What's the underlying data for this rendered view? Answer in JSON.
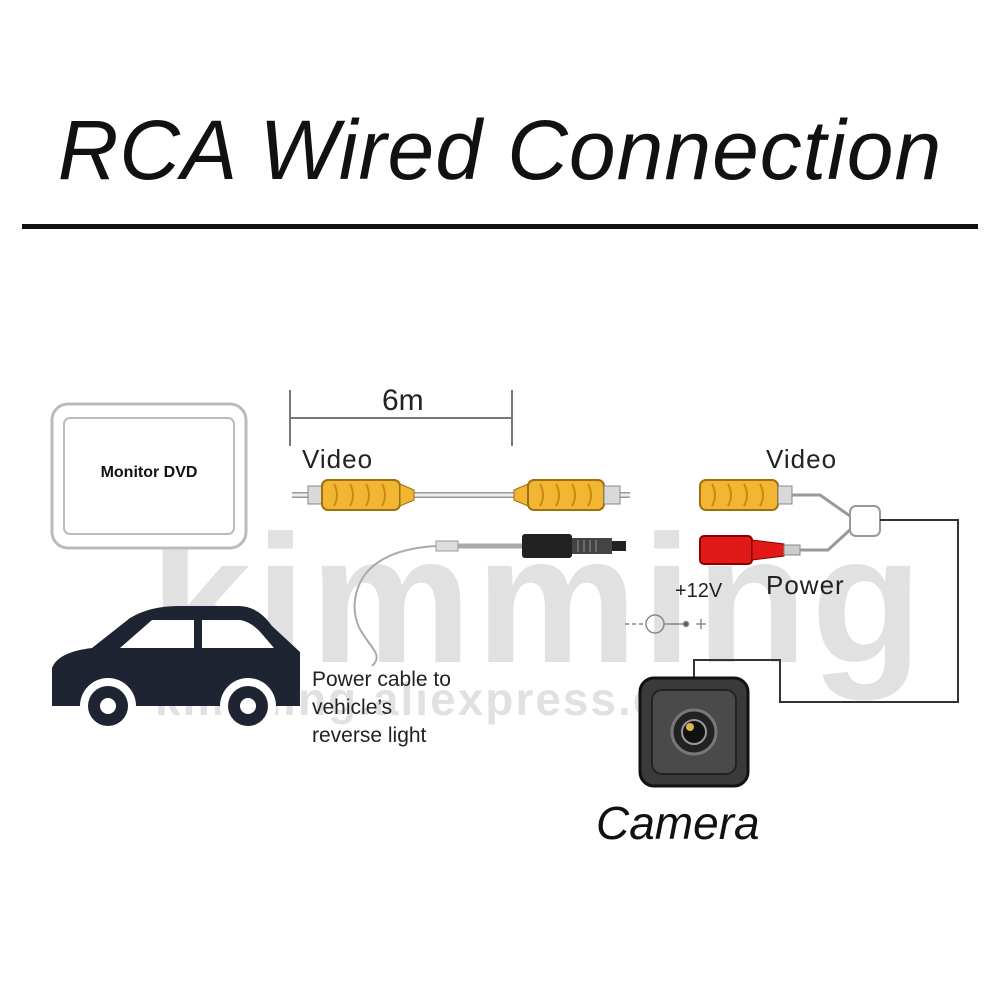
{
  "title": "RCA Wired Connection",
  "labels": {
    "length": "6m",
    "video_left": "Video",
    "video_right": "Video",
    "voltage": "+12V",
    "power": "Power",
    "monitor": "Monitor DVD",
    "cable_line1": "Power cable to",
    "cable_line2": "vehicle’s",
    "cable_line3": "reverse light",
    "camera": "Camera"
  },
  "watermark": {
    "main": "kimming",
    "sub": "kimming.aliexpress.com"
  },
  "colors": {
    "rca_yellow": "#f2b632",
    "rca_red": "#e11919",
    "connector_black": "#222222",
    "car": "#1f2433",
    "camera_body": "#3a3a3a",
    "wire": "#333333"
  }
}
